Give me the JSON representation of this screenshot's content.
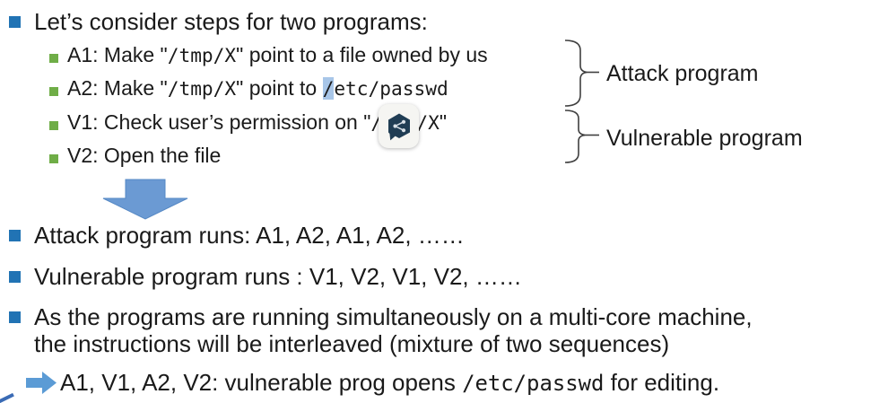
{
  "intro": {
    "text": "Let’s consider steps for two programs:"
  },
  "steps": {
    "a1": {
      "pre": "A1: Make \"",
      "path": "/tmp/X",
      "post": "\" point to a file owned by us"
    },
    "a2": {
      "pre": "A2: Make \"",
      "path": "/tmp/X",
      "mid": "\" point to ",
      "highlighted_slash": "/",
      "target": "etc/passwd"
    },
    "v1": {
      "pre": "V1: Check user’s permission on \"",
      "path": "/tmp/X",
      "post": "\""
    },
    "v2": {
      "text": "V2: Open the file"
    }
  },
  "brace_labels": {
    "attack": "Attack program",
    "vulnerable": "Vulnerable program"
  },
  "icon": {
    "name": "share-bubble-icon"
  },
  "bullets": {
    "attack_runs": "Attack program runs: A1, A2, A1, A2, ……",
    "vulnerable_runs": "Vulnerable program runs : V1, V2, V1, V2, ……",
    "interleave_line1": "As the programs are running simultaneously on a multi-core machine,",
    "interleave_line2": "the instructions will be interleaved (mixture of two sequences)",
    "conclusion_pre": "A1, V1, A2, V2: vulnerable prog opens ",
    "conclusion_mono": "/etc/passwd",
    "conclusion_post": " for editing."
  },
  "colors": {
    "bullet_blue": "#2173b4",
    "bullet_green": "#6fad47",
    "down_arrow": "#6b9ad3",
    "right_arrow": "#5b9bd5",
    "selection_highlight": "#a8c6e8",
    "badge_hexagon": "#203d54",
    "text": "#1a1a1a"
  }
}
